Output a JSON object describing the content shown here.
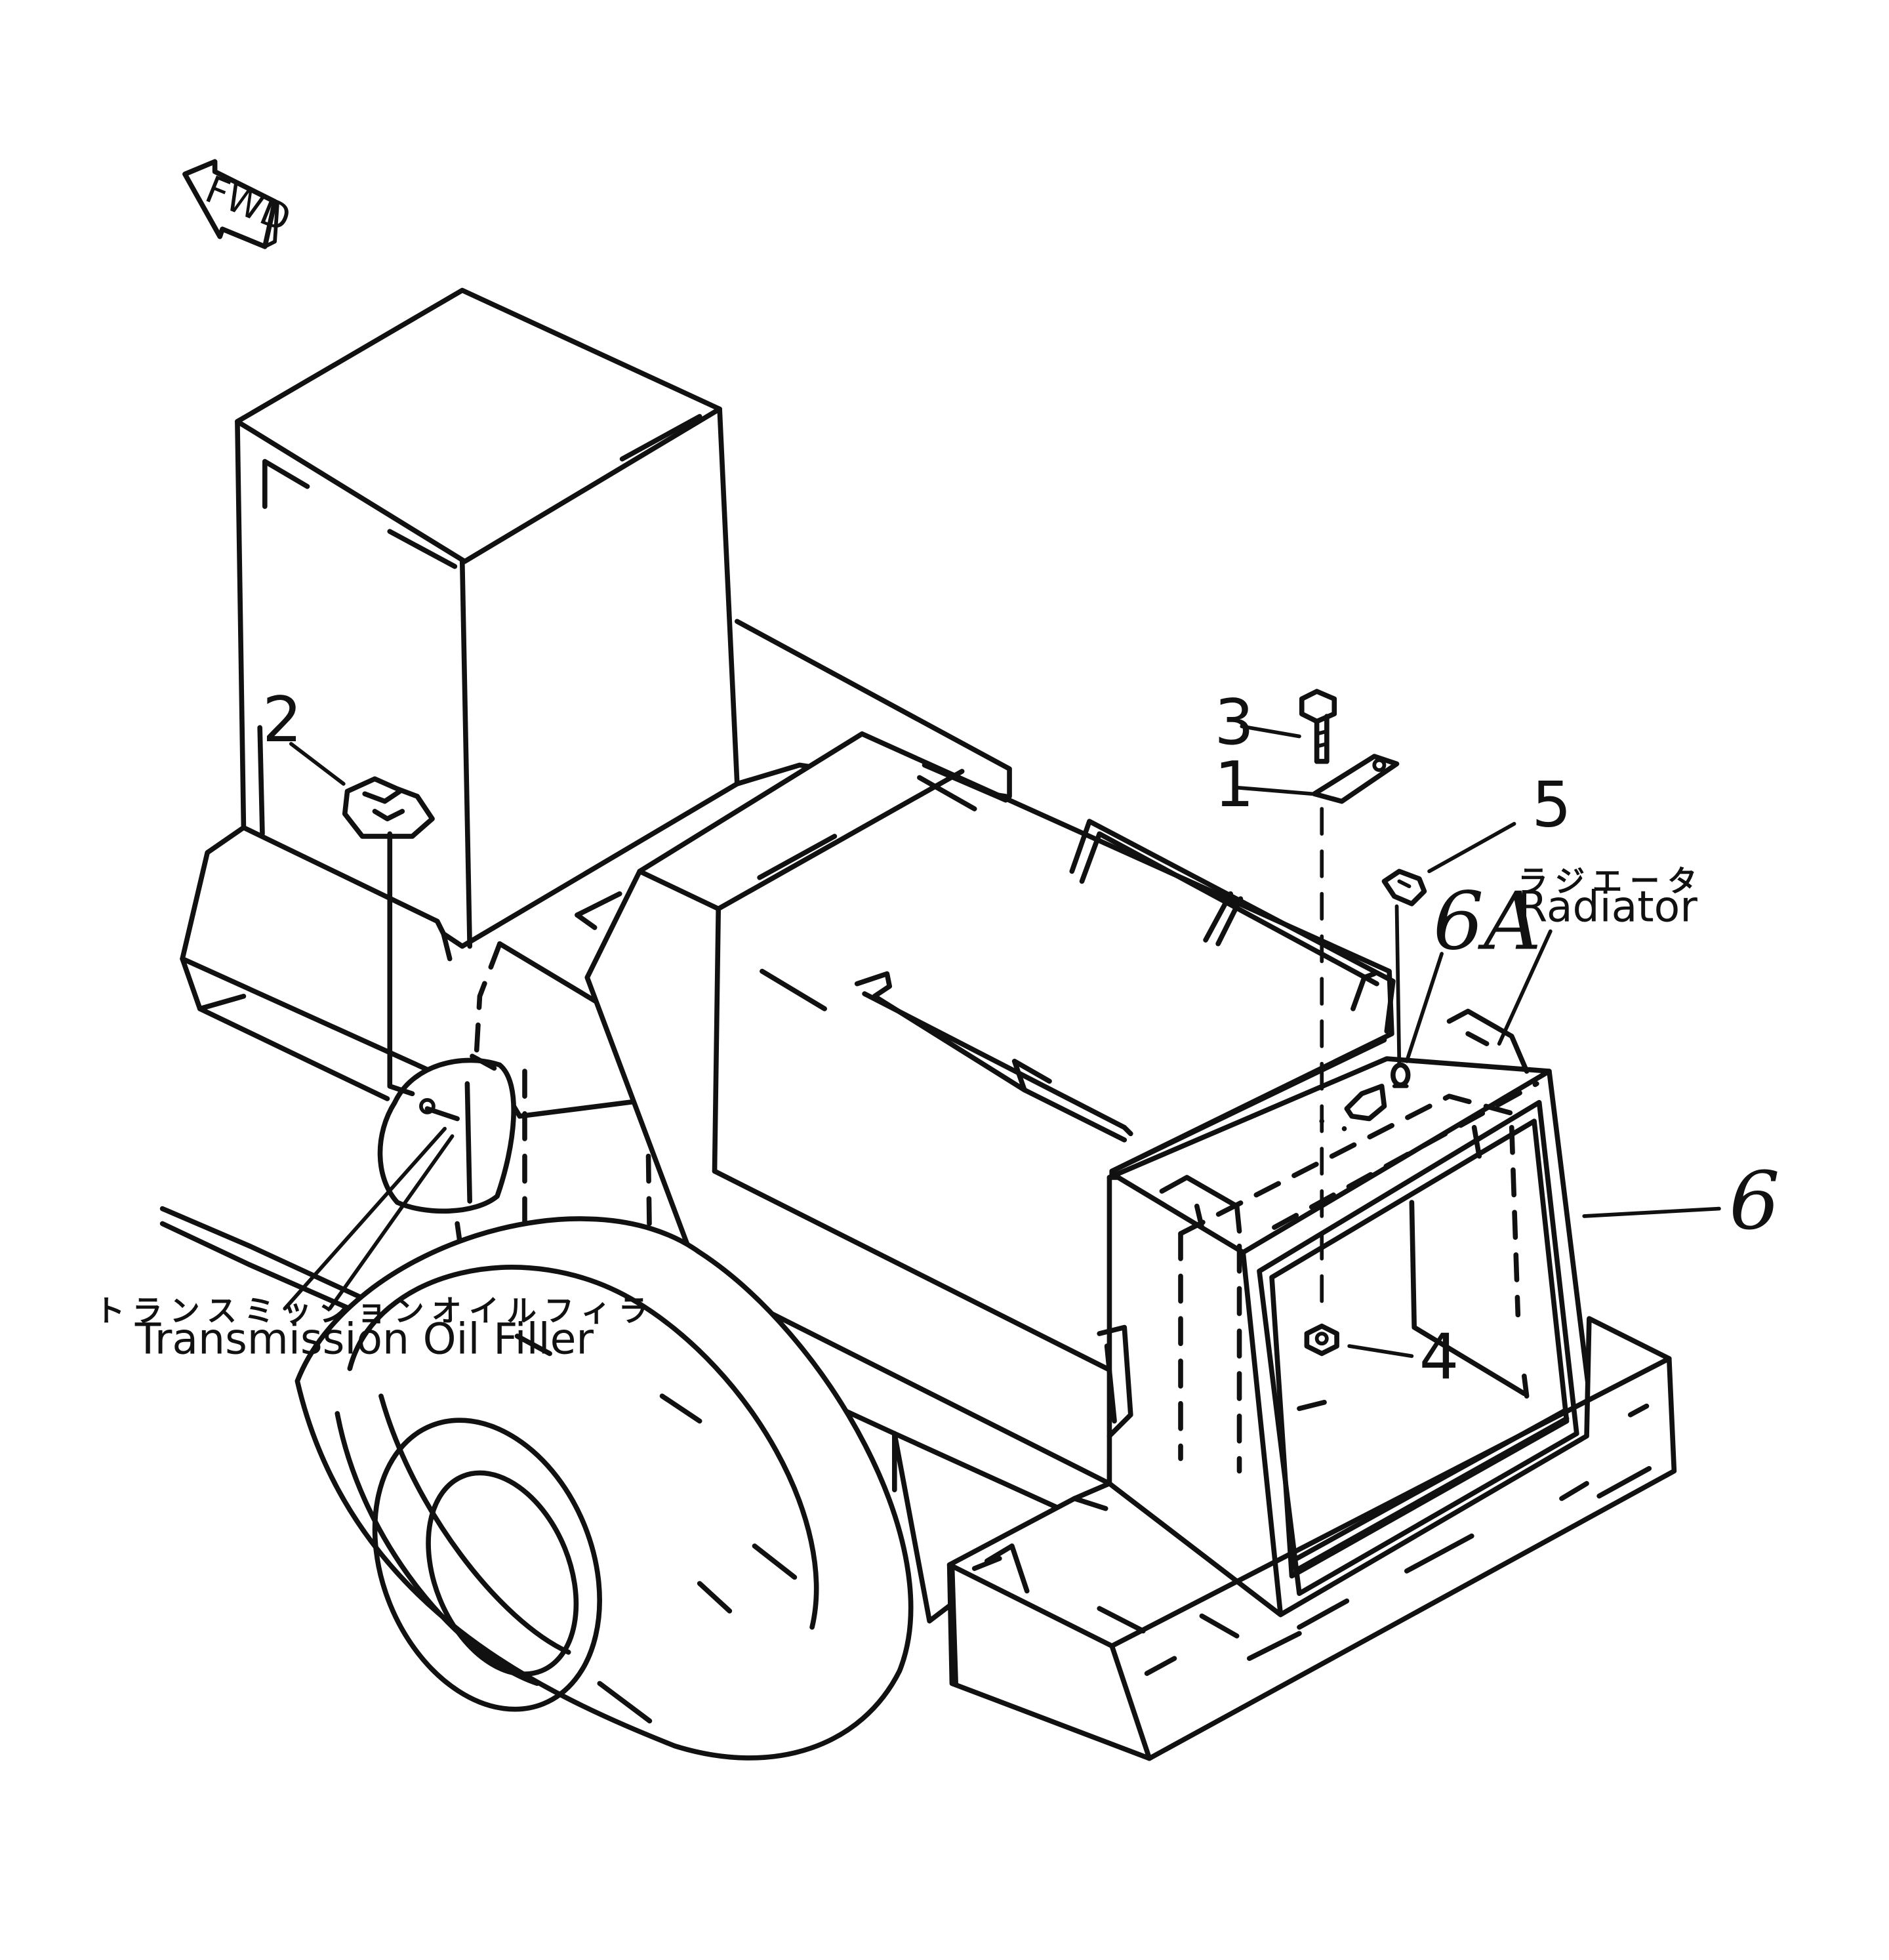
{
  "fwd_badge": {
    "text": "FWD",
    "icon": "forward-arrow-icon"
  },
  "callouts": {
    "item_1": "1",
    "item_2": "2",
    "item_3": "3",
    "item_4": "4",
    "item_5": "5",
    "item_6": "6",
    "item_6a": "6A"
  },
  "labels": {
    "transmission_oil_filler_jp": "トランスミッションオイルフィラ",
    "transmission_oil_filler_en": "Transmission Oil Filler",
    "radiator_jp": "ラジエータ",
    "radiator_en": "Radiator"
  }
}
